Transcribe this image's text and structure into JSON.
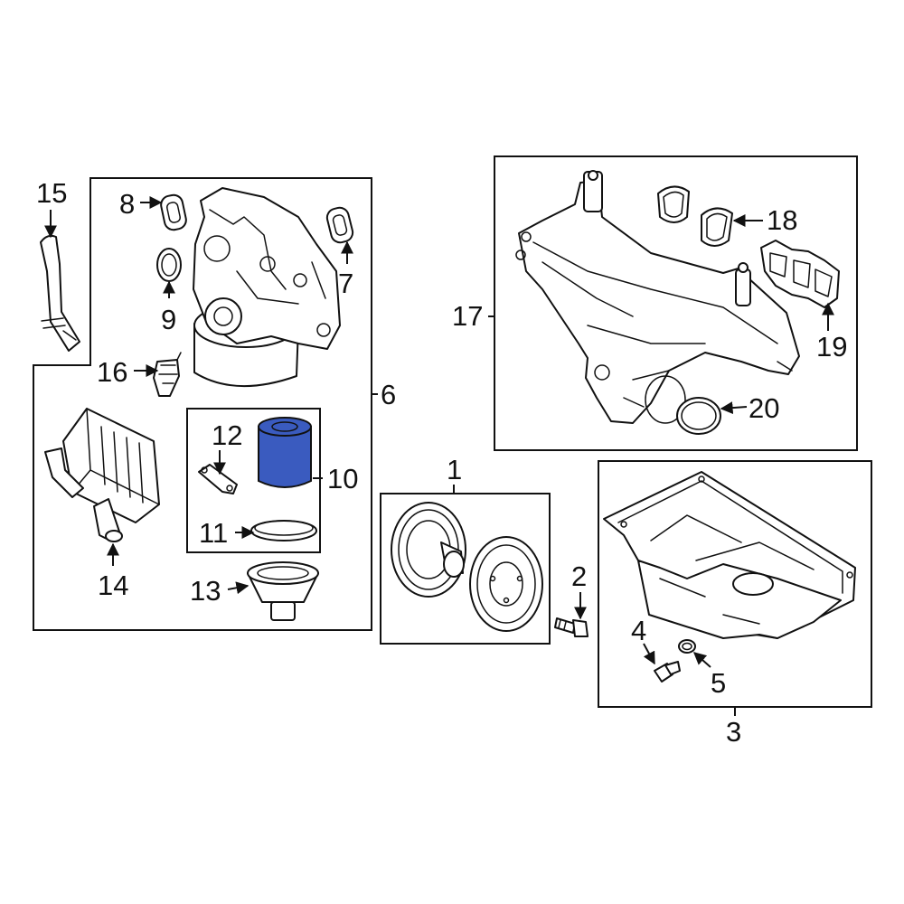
{
  "diagram": {
    "callouts": {
      "c1": "1",
      "c2": "2",
      "c3": "3",
      "c4": "4",
      "c5": "5",
      "c6": "6",
      "c7": "7",
      "c8": "8",
      "c9": "9",
      "c10": "10",
      "c11": "11",
      "c12": "12",
      "c13": "13",
      "c14": "14",
      "c15": "15",
      "c16": "16",
      "c17": "17",
      "c18": "18",
      "c19": "19",
      "c20": "20"
    },
    "highlighted_part": "12",
    "colors": {
      "highlight": "#3a5bbf",
      "line": "#111111",
      "background": "#ffffff"
    }
  }
}
